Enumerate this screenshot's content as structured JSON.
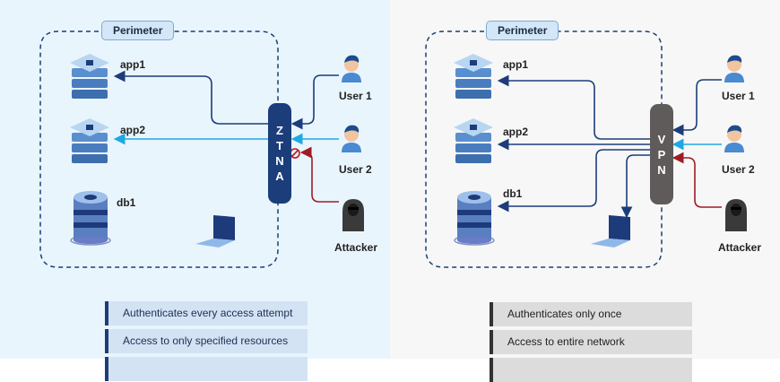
{
  "colors": {
    "ztna_bg": "#e9f5fd",
    "vpn_bg": "#f7f7f7",
    "navy": "#1b3d7a",
    "light_blue": "#1ea9e1",
    "attacker_red": "#a01c24",
    "vpn_gray": "#5f5b5b"
  },
  "ztna": {
    "perimeter_label": "Perimeter",
    "gateway_letters": [
      "Z",
      "T",
      "N",
      "A"
    ],
    "resources": {
      "app1": "app1",
      "app2": "app2",
      "db1": "db1"
    },
    "actors": {
      "user1": "User 1",
      "user2": "User 2",
      "attacker": "Attacker"
    },
    "blocked_icon": "no-entry-icon",
    "features": [
      "Authenticates every access attempt",
      "Access to only specified resources"
    ]
  },
  "vpn": {
    "perimeter_label": "Perimeter",
    "gateway_letters": [
      "V",
      "P",
      "N"
    ],
    "resources": {
      "app1": "app1",
      "app2": "app2",
      "db1": "db1"
    },
    "actors": {
      "user1": "User 1",
      "user2": "User 2",
      "attacker": "Attacker"
    },
    "features": [
      "Authenticates only once",
      "Access to entire network"
    ]
  }
}
